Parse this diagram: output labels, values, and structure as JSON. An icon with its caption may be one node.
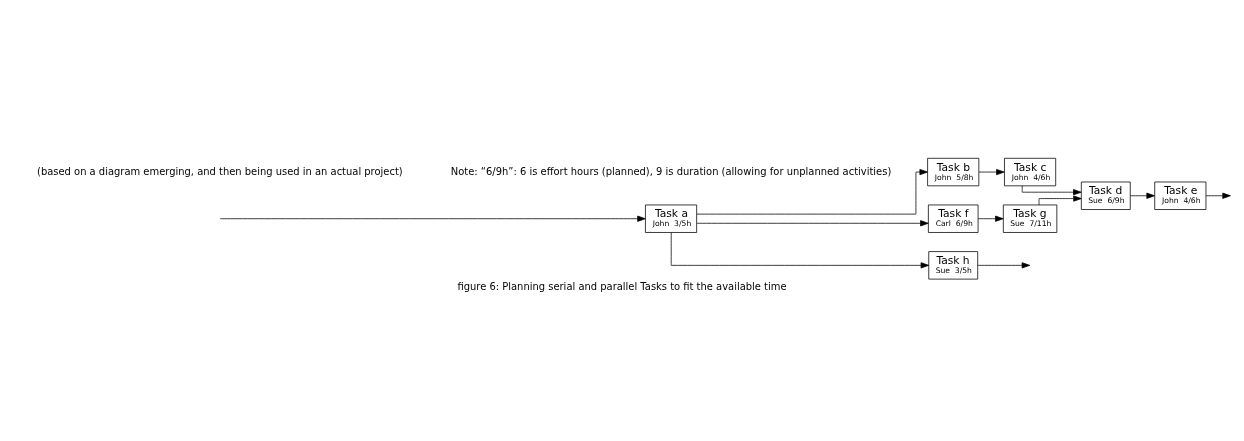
{
  "diagram": {
    "caption": "figure 6: Planning serial and parallel Tasks to fit the available time",
    "nodes": [
      {
        "text": [
          "Task a",
          "John  3/5h"
        ]
      },
      {
        "text": [
          "Task b",
          "John  5/8h"
        ]
      },
      {
        "text": [
          "Task c",
          "John  4/6h"
        ]
      },
      {
        "text": [
          "Task d",
          "Sue  6/9h"
        ]
      },
      {
        "text": [
          "Task e",
          "John  4/6h"
        ]
      },
      {
        "text": [
          "Task f",
          "Carl  6/9h"
        ]
      },
      {
        "text": [
          "Task g",
          "Sue  7/11h"
        ]
      },
      {
        "text": [
          "Task h",
          "Sue  3/5h"
        ]
      }
    ],
    "edges": [
      {
        "from": null,
        "to": 0,
        "arrow": "to"
      },
      {
        "from": 0,
        "to": 1,
        "arrow": "to"
      },
      {
        "from": 0,
        "to": 5,
        "arrow": "to"
      },
      {
        "from": 0,
        "to": 7,
        "arrow": "to"
      },
      {
        "from": 1,
        "to": 2,
        "arrow": "to"
      },
      {
        "from": 2,
        "to": 3,
        "arrow": "to"
      },
      {
        "from": 5,
        "to": 6,
        "arrow": "to"
      },
      {
        "from": 6,
        "to": 3,
        "arrow": "to"
      },
      {
        "from": 3,
        "to": 4,
        "arrow": "to"
      },
      {
        "from": 4,
        "to": null,
        "arrow": "to"
      },
      {
        "from": 7,
        "to": null,
        "arrow": "to"
      }
    ],
    "labels": [
      "(based on a diagram emerging, and then being used in an actual project)",
      "Note: “6/9h”: 6 is effort hours (planned), 9 is duration (allowing for unplanned activities)"
    ]
  }
}
